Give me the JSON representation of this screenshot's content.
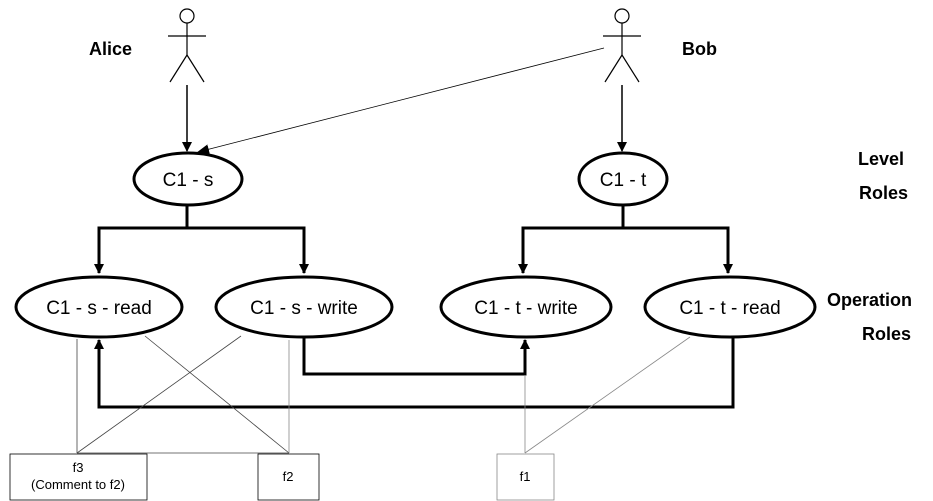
{
  "actors": {
    "alice": "Alice",
    "bob": "Bob"
  },
  "side_labels": {
    "level_line1": "Level",
    "level_line2": "Roles",
    "operation_line1": "Operation",
    "operation_line2": "Roles"
  },
  "level_roles": {
    "c1_s": "C1 - s",
    "c1_t": "C1 - t"
  },
  "operation_roles": {
    "c1_s_read": "C1 - s - read",
    "c1_s_write": "C1 - s - write",
    "c1_t_write": "C1 - t - write",
    "c1_t_read": "C1 - t - read"
  },
  "files": {
    "f3_line1": "f3",
    "f3_line2": "(Comment to f2)",
    "f2": "f2",
    "f1": "f1"
  },
  "colors": {
    "stroke": "#000000",
    "thin_gray": "#888888",
    "background": "#ffffff"
  }
}
